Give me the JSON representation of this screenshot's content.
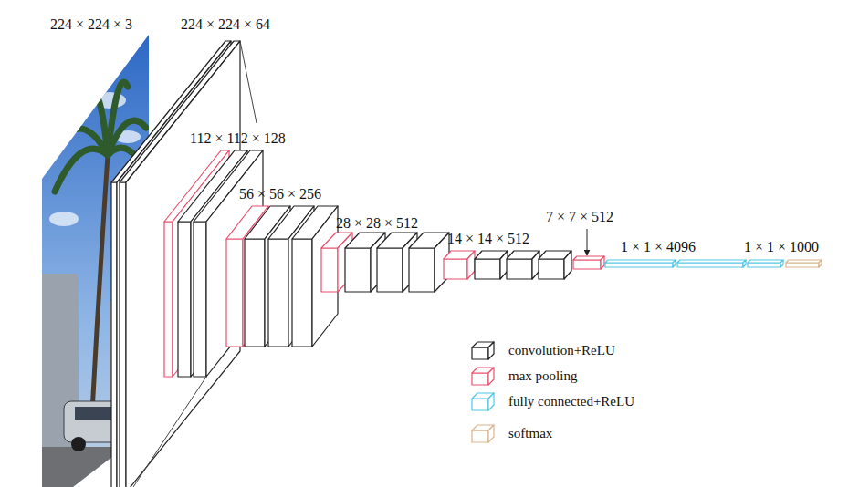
{
  "diagram": {
    "labels": [
      "224 × 224 × 3",
      "224 × 224 × 64",
      "112 × 112 × 128",
      "56 × 56 × 256",
      "28 × 28 × 512",
      "14 × 14 × 512",
      "7 × 7 × 512",
      "1 × 1 × 4096",
      "1 × 1 × 1000"
    ],
    "legend": [
      {
        "text": "convolution+ReLU",
        "color": "#222222"
      },
      {
        "text": "max pooling",
        "color": "#e8506e"
      },
      {
        "text": "fully connected+ReLU",
        "color": "#4fc6e6"
      },
      {
        "text": "softmax",
        "color": "#d9b48c"
      }
    ]
  }
}
